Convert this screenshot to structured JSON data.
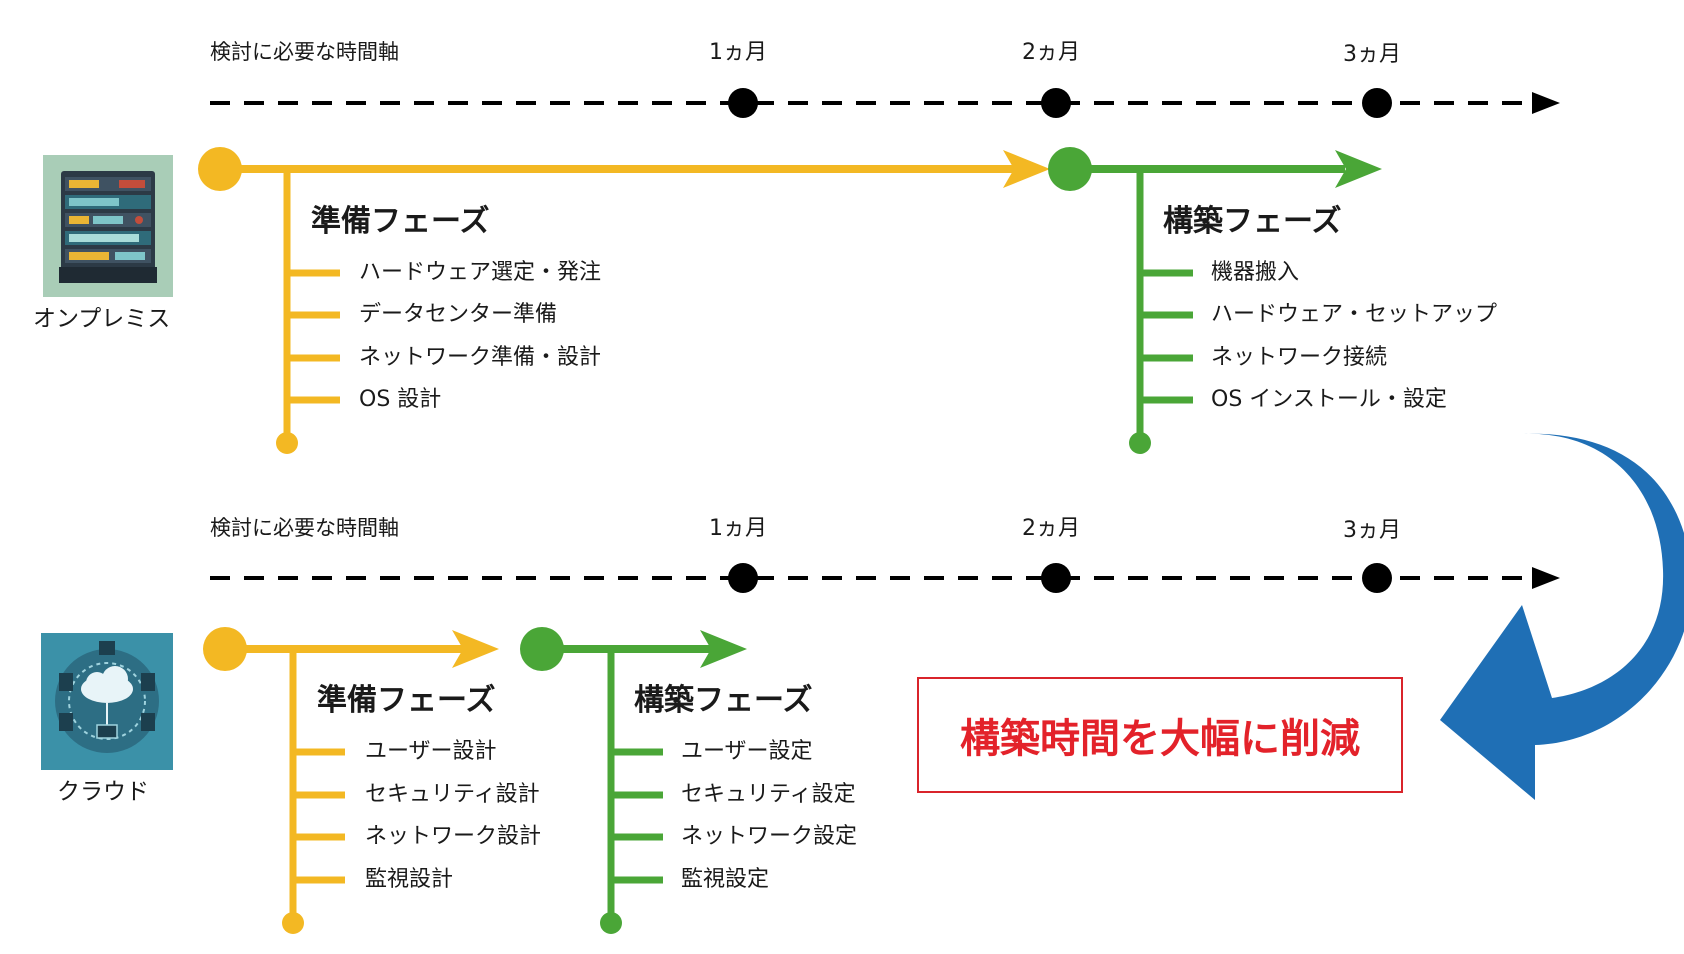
{
  "colors": {
    "prep": "#F3B823",
    "build": "#4AA637",
    "axis": "#000000",
    "accent_arrow": "#1F6FB5",
    "callout": "#E3222A"
  },
  "timeline": {
    "label": "検討に必要な時間軸",
    "months": [
      "1ヵ月",
      "2ヵ月",
      "3ヵ月"
    ]
  },
  "onprem": {
    "label": "オンプレミス",
    "icon": "server-rack-icon",
    "prep": {
      "title": "準備フェーズ",
      "tasks": [
        "ハードウェア選定・発注",
        "データセンター準備",
        "ネットワーク準備・設計",
        "OS 設計"
      ]
    },
    "build": {
      "title": "構築フェーズ",
      "tasks": [
        "機器搬入",
        "ハードウェア・セットアップ",
        "ネットワーク接続",
        "OS インストール・設定"
      ]
    }
  },
  "cloud": {
    "label": "クラウド",
    "icon": "cloud-network-icon",
    "prep": {
      "title": "準備フェーズ",
      "tasks": [
        "ユーザー設計",
        "セキュリティ設計",
        "ネットワーク設計",
        "監視設計"
      ]
    },
    "build": {
      "title": "構築フェーズ",
      "tasks": [
        "ユーザー設定",
        "セキュリティ設定",
        "ネットワーク設定",
        "監視設定"
      ]
    }
  },
  "callout": {
    "text": "構築時間を大幅に削減"
  }
}
